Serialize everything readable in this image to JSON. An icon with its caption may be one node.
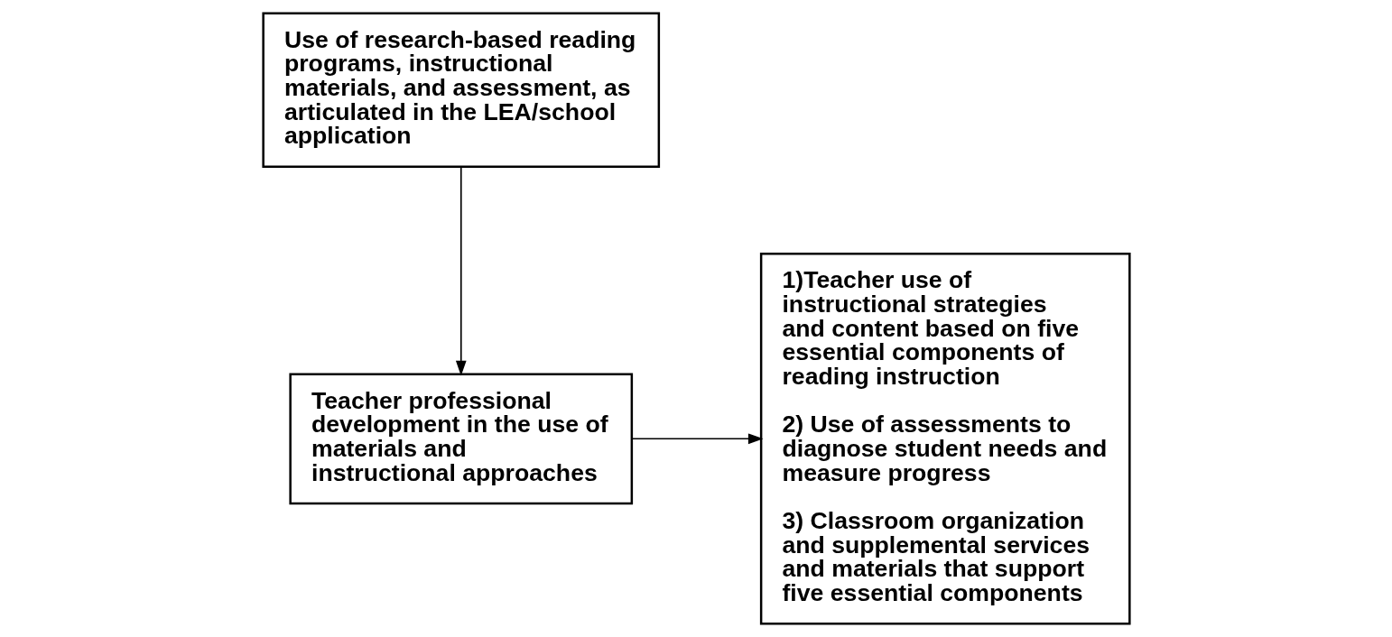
{
  "diagram": {
    "nodes": [
      {
        "text": [
          "Use of research-based reading programs, instructional materials, and assessment, as articulated in the LEA/school application"
        ]
      },
      {
        "text": [
          "Teacher professional development in the use of materials and instructional approaches"
        ]
      },
      {
        "text": [
          "1)Teacher use of instructional strategies and content based on five essential components of reading instruction",
          "2) Use of assessments to diagnose student needs and measure progress",
          "3) Classroom organization and supplemental services and materials that support five essential components"
        ]
      }
    ],
    "edges": [
      {
        "from": 0,
        "to": 1,
        "arrow": "to"
      },
      {
        "from": 1,
        "to": 2,
        "arrow": "to"
      }
    ]
  }
}
